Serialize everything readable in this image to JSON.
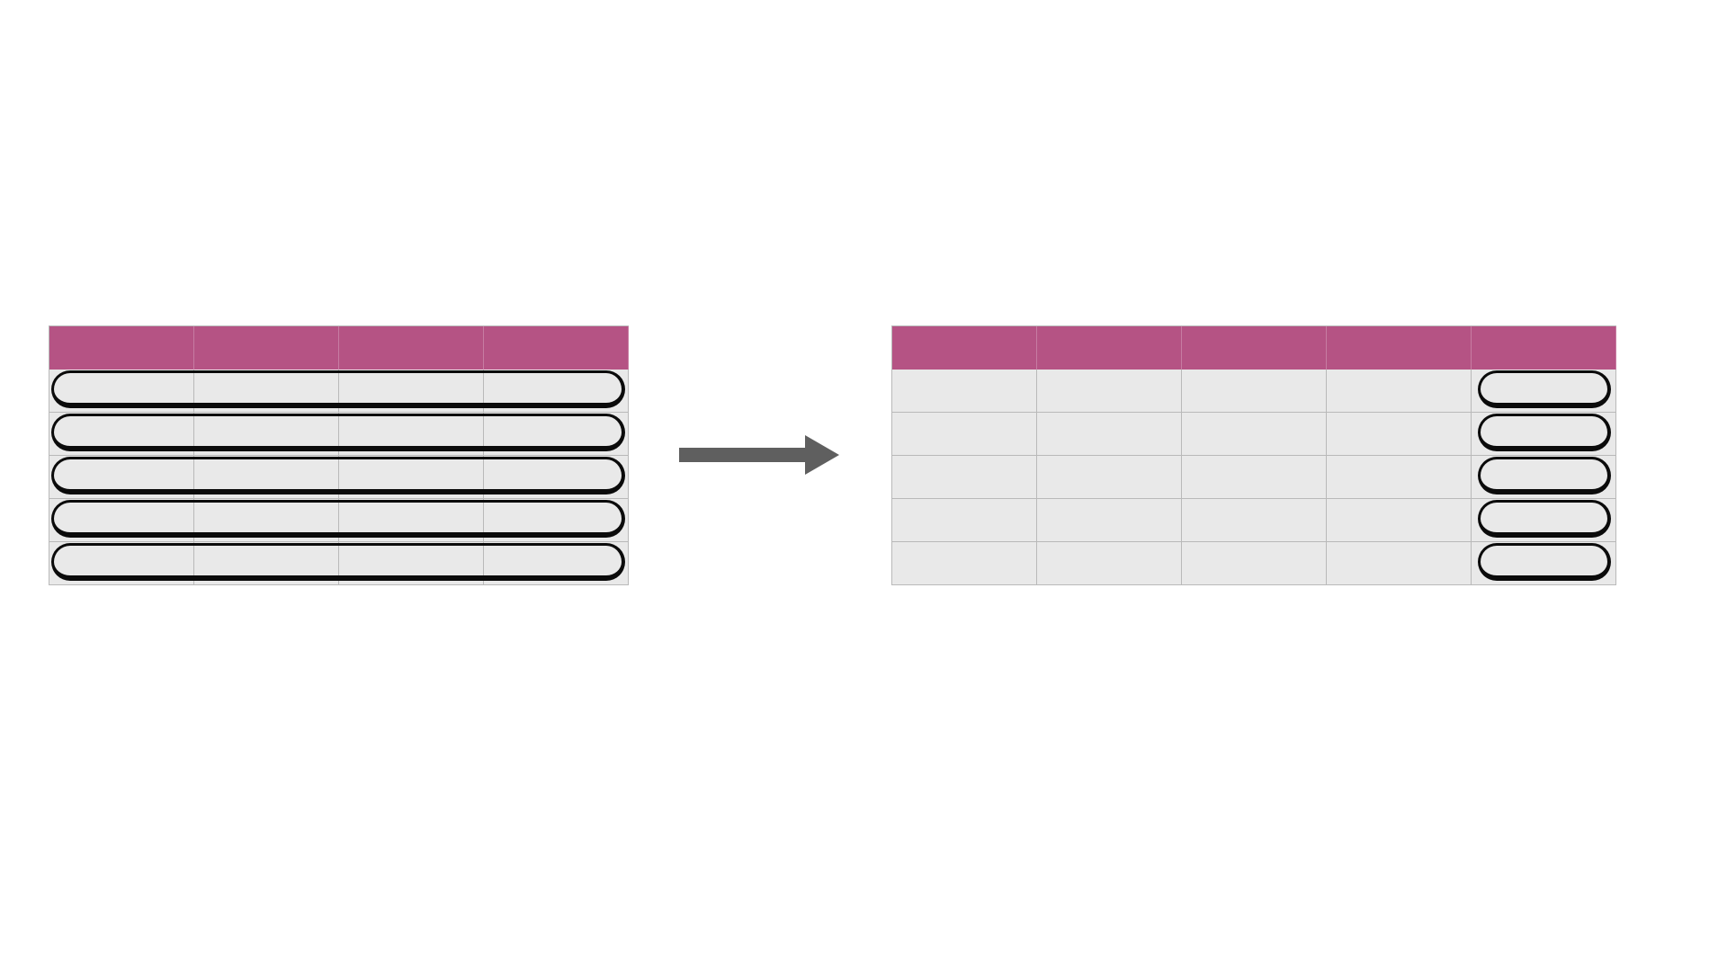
{
  "diagram": {
    "left_table": {
      "columns": 4,
      "body_rows": 5,
      "header_color": "#b55384",
      "cell_color": "#e9e9e9",
      "highlight": "rows",
      "highlighted_rows": [
        1,
        2,
        3,
        4,
        5
      ]
    },
    "arrow": {
      "color": "#5f5f5f",
      "direction": "right"
    },
    "right_table": {
      "columns": 5,
      "body_rows": 5,
      "header_color": "#b55384",
      "cell_color": "#e9e9e9",
      "highlight": "last-column",
      "highlighted_column": 5
    },
    "highlight_outline_color": "#0b0b0b"
  }
}
